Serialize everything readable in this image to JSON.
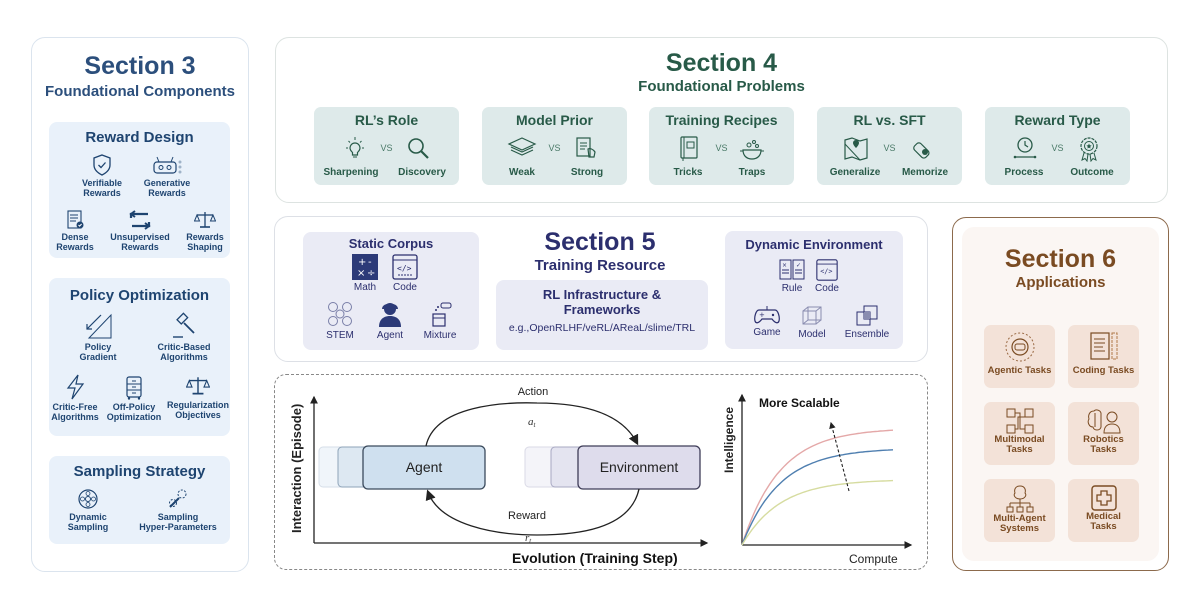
{
  "section3": {
    "title": "Section 3",
    "subtitle": "Foundational Components",
    "groups": [
      {
        "title": "Reward Design",
        "items": [
          {
            "label_1": "Verifiable",
            "label_2": "Rewards",
            "icon": "shield-check-icon"
          },
          {
            "label_1": "Generative",
            "label_2": "Rewards",
            "icon": "robot-icon"
          },
          {
            "label_1": "Dense",
            "label_2": "Rewards",
            "icon": "checklist-icon"
          },
          {
            "label_1": "Unsupervised",
            "label_2": "Rewards",
            "icon": "swap-arrows-icon"
          },
          {
            "label_1": "Rewards",
            "label_2": "Shaping",
            "icon": "balance-scale-icon"
          }
        ]
      },
      {
        "title": "Policy Optimization",
        "items": [
          {
            "label_1": "Policy",
            "label_2": "Gradient",
            "icon": "gradient-slope-icon"
          },
          {
            "label_1": "Critic-Based",
            "label_2": "Algorithms",
            "icon": "gavel-icon"
          },
          {
            "label_1": "Critic-Free",
            "label_2": "Algorithms",
            "icon": "lightning-icon"
          },
          {
            "label_1": "Off-Policy",
            "label_2": "Optimization",
            "icon": "filing-cabinet-icon"
          },
          {
            "label_1": "Regularization",
            "label_2": "Objectives",
            "icon": "balance-scale-icon"
          }
        ]
      },
      {
        "title": "Sampling Strategy",
        "items": [
          {
            "label_1": "Dynamic",
            "label_2": "Sampling",
            "icon": "wheel-icon"
          },
          {
            "label_1": "Sampling",
            "label_2": "Hyper-Parameters",
            "icon": "wrench-gear-icon"
          }
        ]
      }
    ]
  },
  "section4": {
    "title": "Section 4",
    "subtitle": "Foundational Problems",
    "vs": "VS",
    "cards": [
      {
        "title": "RL’s Role",
        "left": "Sharpening",
        "right": "Discovery",
        "left_icon": "lightbulb-icon",
        "right_icon": "magnifier-icon"
      },
      {
        "title": "Model Prior",
        "left": "Weak",
        "right": "Strong",
        "left_icon": "layers-icon",
        "right_icon": "document-hand-icon"
      },
      {
        "title": "Training Recipes",
        "left": "Tricks",
        "right": "Traps",
        "left_icon": "recipe-book-icon",
        "right_icon": "cooking-pot-icon"
      },
      {
        "title": "RL vs. SFT",
        "left": "Generalize",
        "right": "Memorize",
        "left_icon": "map-pin-icon",
        "right_icon": "usb-drive-icon"
      },
      {
        "title": "Reward Type",
        "left": "Process",
        "right": "Outcome",
        "left_icon": "clock-timeline-icon",
        "right_icon": "award-badge-icon"
      }
    ]
  },
  "section5": {
    "title": "Section 5",
    "subtitle": "Training Resource",
    "static_corpus": {
      "title": "Static Corpus",
      "items": [
        "Math",
        "Code",
        "STEM",
        "Agent",
        "Mixture"
      ]
    },
    "infrastructure": {
      "title_1": "RL Infrastructure &",
      "title_2": "Frameworks",
      "examples": "e.g.,OpenRLHF/veRL/AReaL/slime/TRL"
    },
    "dynamic_environment": {
      "title": "Dynamic Environment",
      "items": [
        "Rule",
        "Code",
        "Game",
        "Model",
        "Ensemble"
      ]
    }
  },
  "section6": {
    "title": "Section 6",
    "subtitle": "Applications",
    "cards": [
      {
        "label_1": "Agentic Tasks",
        "label_2": ""
      },
      {
        "label_1": "Coding Tasks",
        "label_2": ""
      },
      {
        "label_1": "Multimodal",
        "label_2": "Tasks"
      },
      {
        "label_1": "Robotics",
        "label_2": "Tasks"
      },
      {
        "label_1": "Multi-Agent",
        "label_2": "Systems"
      },
      {
        "label_1": "Medical",
        "label_2": "Tasks"
      }
    ]
  },
  "loop_diagram": {
    "y_axis": "Interaction (Episode)",
    "x_axis": "Evolution (Training Step)",
    "agent": "Agent",
    "environment": "Environment",
    "action_label": "Action",
    "action_symbol": "a",
    "action_sub": "t",
    "reward_label": "Reward",
    "reward_symbol": "r",
    "reward_sub": "t"
  },
  "scaling_plot": {
    "title": "More Scalable",
    "y_axis": "Intelligence",
    "x_axis": "Compute",
    "curves": [
      {
        "name": "top",
        "color": "#e4a8a8",
        "plateau": 0.82
      },
      {
        "name": "middle",
        "color": "#4f7fb0",
        "plateau": 0.68
      },
      {
        "name": "bottom",
        "color": "#d6dca0",
        "plateau": 0.46
      }
    ]
  },
  "colors": {
    "section3": "#2c4f7c",
    "section4": "#285a48",
    "section5": "#2c2f6e",
    "section6": "#7a4b22"
  }
}
